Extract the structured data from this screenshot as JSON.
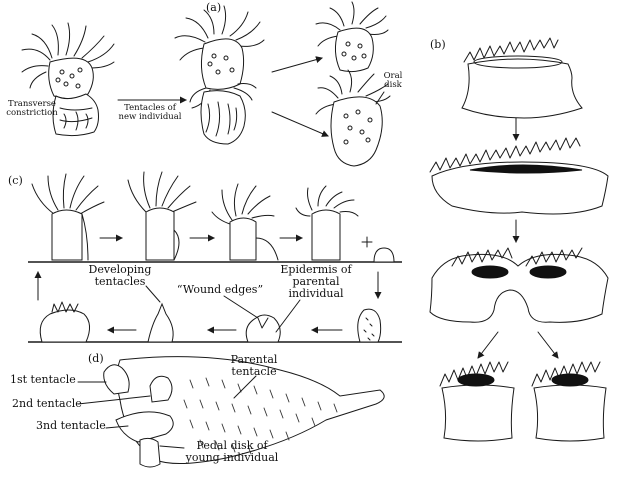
{
  "panels": {
    "a": {
      "letter": "(a)",
      "label_constriction": "Transverse constriction",
      "label_tentacles": "Tentacles of new individual",
      "label_oral": "Oral disk"
    },
    "b": {
      "letter": "(b)"
    },
    "c": {
      "letter": "(c)",
      "label_developing": "Developing tentacles",
      "label_wound": "“Wound edges”",
      "label_epidermis": "Epidermis of parental individual"
    },
    "d": {
      "letter": "(d)",
      "label_1st": "1st tentacle",
      "label_2nd": "2nd tentacle",
      "label_3nd": "3nd tentacle",
      "label_parental": "Parental tentacle",
      "label_pedal": "Pedal disk of young individual"
    }
  }
}
